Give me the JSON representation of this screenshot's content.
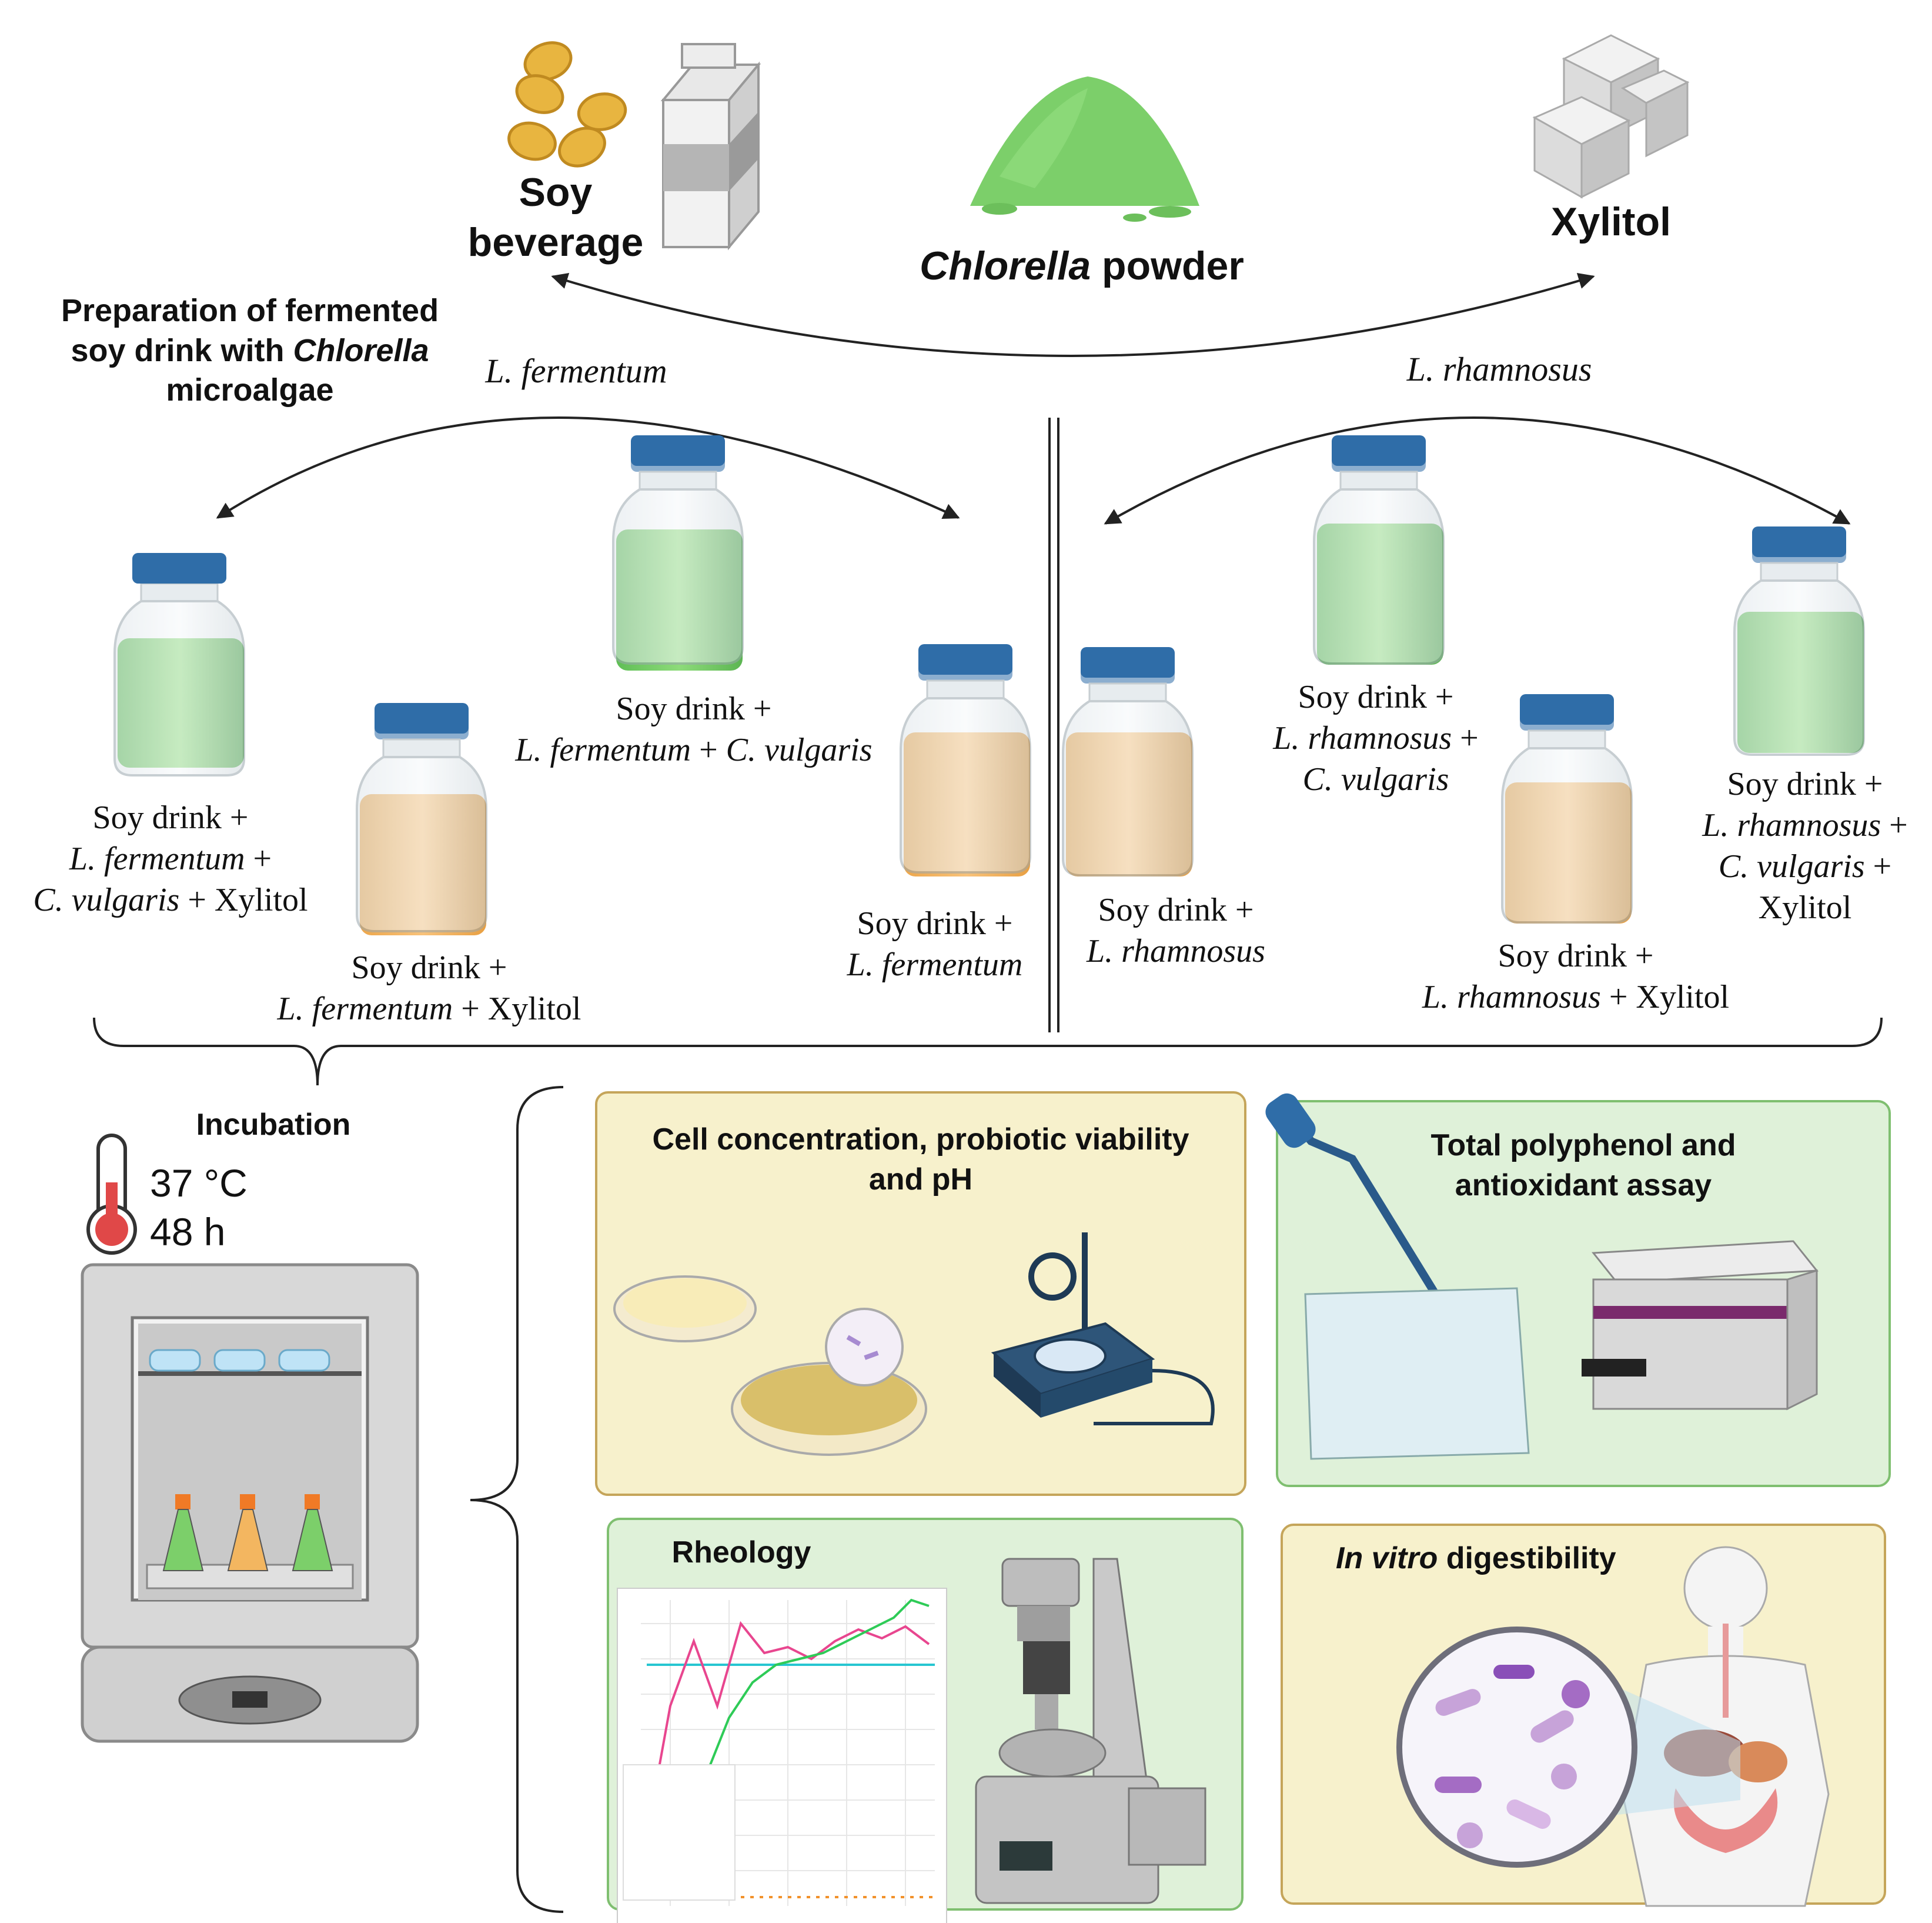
{
  "ingredients": {
    "soy_line1": "Soy",
    "soy_line2": "beverage",
    "chlorella_italic": "Chlorella",
    "chlorella_rest": " powder",
    "xylitol": "Xylitol"
  },
  "prep_title": {
    "line1": "Preparation of fermented",
    "line2a": "soy drink with ",
    "line2b": "Chlorella",
    "line3": "microalgae"
  },
  "strains": {
    "left": "L. fermentum",
    "right": "L. rhamnosus"
  },
  "samples": {
    "lf_cv_x": {
      "l1": "Soy drink +",
      "l2": "L. fermentum",
      "l2b": " +",
      "l3a": "C. vulgaris",
      "l3b": " + Xylitol"
    },
    "lf_x": {
      "l1": "Soy drink +",
      "l2a": "L. fermentum",
      "l2b": " + Xylitol"
    },
    "lf_cv": {
      "l1": "Soy drink +",
      "l2a": "L. fermentum",
      "l2b": " + ",
      "l2c": "C. vulgaris"
    },
    "lf": {
      "l1": "Soy drink +",
      "l2": "L. fermentum"
    },
    "lr": {
      "l1": "Soy drink  +",
      "l2": "L. rhamnosus"
    },
    "lr_cv": {
      "l1": "Soy drink +",
      "l2": "L. rhamnosus",
      "l2b": " +",
      "l3": "C. vulgaris"
    },
    "lr_x": {
      "l1": "Soy drink +",
      "l2a": "L. rhamnosus",
      "l2b": " + Xylitol"
    },
    "lr_cv_x": {
      "l1": "Soy drink +",
      "l2": "L. rhamnosus",
      "l2b": " +",
      "l3": "C. vulgaris",
      "l3b": " +",
      "l4": "Xylitol"
    }
  },
  "incubation": {
    "title": "Incubation",
    "temperature": "37 °C",
    "time": "48 h"
  },
  "analyses": {
    "cell": {
      "line1": "Cell concentration, probiotic viability",
      "line2": "and pH"
    },
    "poly": {
      "line1": "Total polyphenol and",
      "line2": "antioxidant assay"
    },
    "rheology": "Rheology",
    "digest_italic": "In vitro",
    "digest_rest": " digestibility"
  },
  "colors": {
    "green_liquid": "#7ccf6a",
    "orange_liquid": "#f3b660",
    "cap_blue": "#2f6da8",
    "yellow_panel": "#f7f1cc",
    "green_panel": "#dff1d9"
  }
}
